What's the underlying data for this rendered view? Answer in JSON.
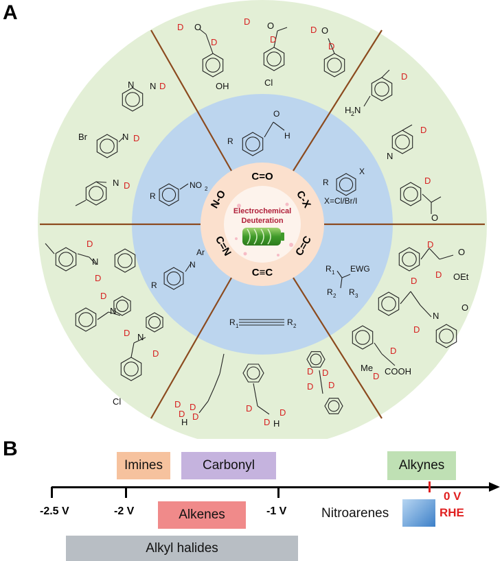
{
  "panel_a": {
    "label": "A",
    "center_text_1": "Electrochemical",
    "center_text_2": "Deuteration",
    "bond_types": [
      "C=O",
      "C-X",
      "C=C",
      "C≡C",
      "C=N",
      "N-O"
    ],
    "inner_ring": {
      "halide_label": "X=Cl/Br/I",
      "ewg": "EWG",
      "alkyne_r1": "R",
      "alkyne_r2": "R",
      "nitro": "NO",
      "imine_ar": "Ar",
      "imine_n": "N"
    },
    "outer_ring": {
      "oh": "OH",
      "cl": "Cl",
      "h2n": "H",
      "n_pyr": "N",
      "o_ketone": "O",
      "oet": "OEt",
      "me": "Me",
      "cooh": "COOH",
      "br": "Br",
      "deuterium": "D",
      "amine_nd2": "ND",
      "h": "H"
    }
  },
  "panel_b": {
    "label": "B",
    "ticks": [
      "-2.5 V",
      "-2 V",
      "-1 V",
      "0 V"
    ],
    "rhe": "RHE",
    "ranges": [
      {
        "name": "Imines",
        "color": "#f6c29e"
      },
      {
        "name": "Carbonyl",
        "color": "#c5b3de"
      },
      {
        "name": "Alkynes",
        "color": "#bfe0b4"
      },
      {
        "name": "Alkenes",
        "color": "#f08a8a"
      },
      {
        "name": "Nitroarenes",
        "color": "#5b9bd5"
      },
      {
        "name": "Alkyl halides",
        "color": "#b8bec4"
      }
    ]
  }
}
